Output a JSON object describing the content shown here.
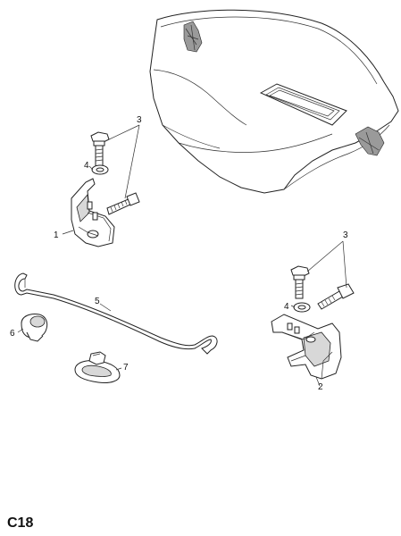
{
  "diagram": {
    "page_code": "C18",
    "labels": {
      "p1": "1",
      "p2": "2",
      "p3_upper": "3",
      "p3_lower": "3",
      "p4_upper": "4",
      "p4_lower": "4",
      "p5": "5",
      "p6": "6",
      "p7": "7"
    }
  }
}
